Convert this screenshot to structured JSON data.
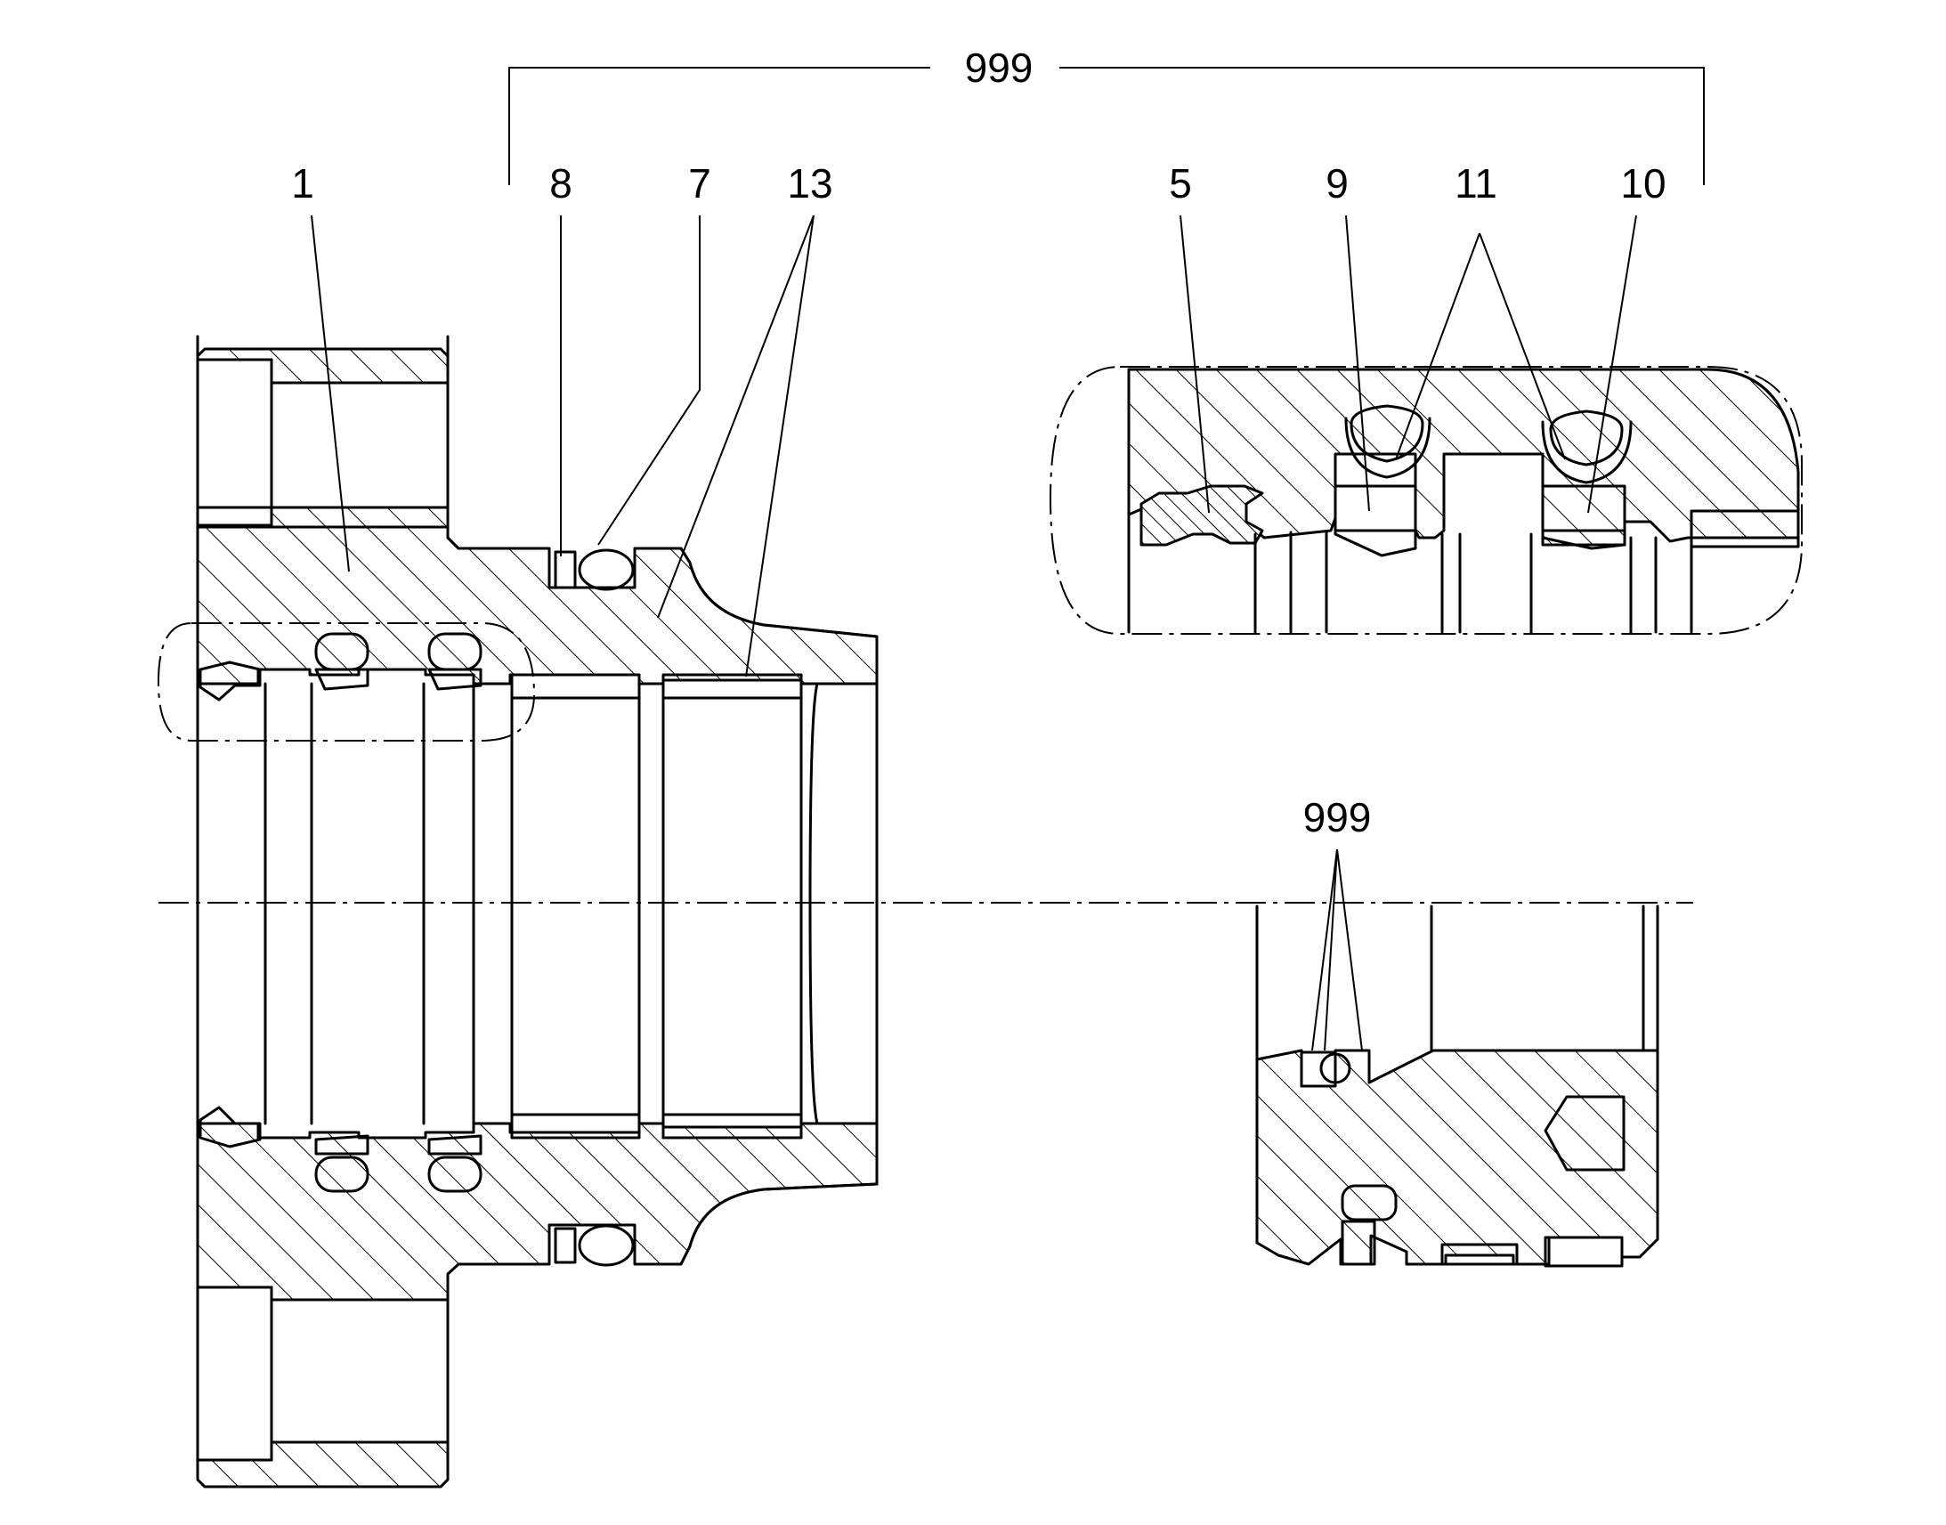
{
  "labels": {
    "assembly_top": "999",
    "housing": "1",
    "oring_ring": "8",
    "oring": "7",
    "bearing_strip": "13",
    "wiper": "5",
    "ring_a": "9",
    "oring_pair": "11",
    "ring_b": "10",
    "assembly_bottom": "999"
  },
  "colors": {
    "line": "#000000",
    "background": "#ffffff"
  }
}
